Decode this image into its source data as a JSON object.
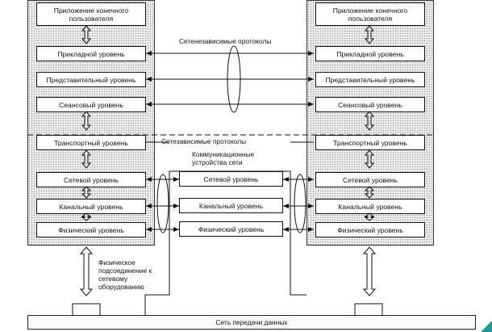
{
  "left_stack": {
    "app": "Приложение конечного пользователя",
    "layers": [
      "Прикладной уровень",
      "Представительный уровень",
      "Сеансовый уровень",
      "Транспортный уровень",
      "Сетевой уровень",
      "Канальный уровень",
      "Физический уровень"
    ]
  },
  "right_stack": {
    "app": "Приложение конечного пользователя",
    "layers": [
      "Прикладной уровень",
      "Представительный уровень",
      "Сеансовый уровень",
      "Транспортный уровень",
      "Сетевой уровень",
      "Канальный уровень",
      "Физический уровень"
    ]
  },
  "middle_stack": {
    "title": "Коммуникационные устройства сети",
    "layers": [
      "Сетевой уровень",
      "Канальный уровень",
      "Физический уровень"
    ]
  },
  "labels": {
    "independent_protocols": "Сетенезависимые протоколы",
    "dependent_protocols": "Сетезависимые протоколы",
    "physical_connection": "Физическое подсоединение к сетевому оборудованию",
    "network": "Сеть передачи данных"
  },
  "colors": {
    "accent_corner": "#1f9b96",
    "stack_fill": "#efefef"
  }
}
